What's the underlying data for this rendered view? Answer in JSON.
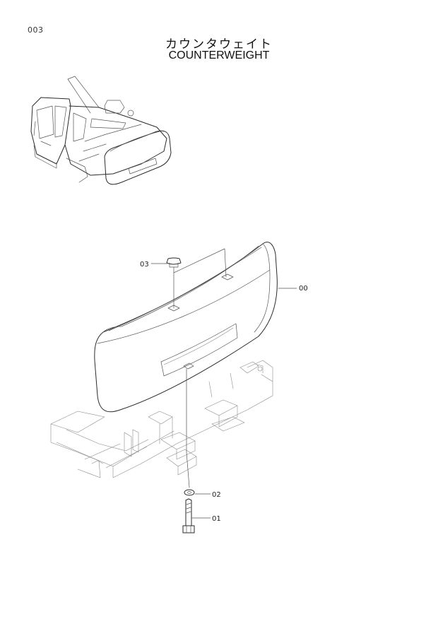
{
  "page_number": "003",
  "title_japanese": "カウンタウェイト",
  "title_english": "COUNTERWEIGHT",
  "callouts": {
    "counterweight": "00",
    "bolt": "01",
    "washer": "02",
    "cap": "03"
  }
}
